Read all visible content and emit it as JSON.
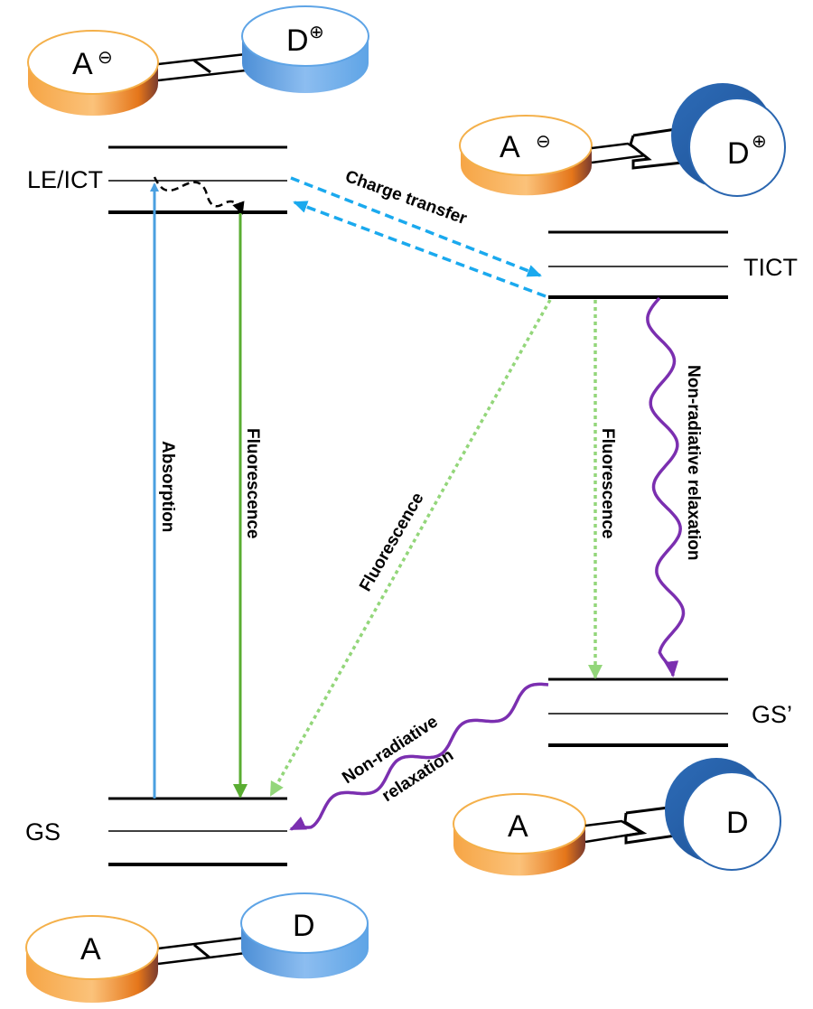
{
  "diagram": {
    "type": "jablonski-energy-diagram",
    "states": {
      "le_ict": "LE/ICT",
      "tict": "TICT",
      "gs_prime": "GS’",
      "gs": "GS"
    },
    "transitions": {
      "absorption": "Absorption",
      "fluorescence_le": "Fluorescence",
      "fluorescence_diag": "Fluorescence",
      "fluorescence_tict": "Fluorescence",
      "charge_transfer": "Charge transfer",
      "nonrad_tict": "Non-radiative relaxation",
      "nonrad_gs_line1": "Non-radiative",
      "nonrad_gs_line2": "relaxation"
    },
    "molecules": {
      "top_left": {
        "acceptor": "A",
        "acceptor_charge": "⊖",
        "donor": "D",
        "donor_charge": "⊕",
        "conformation": "planar"
      },
      "top_right": {
        "acceptor": "A",
        "acceptor_charge": "⊖",
        "donor": "D",
        "donor_charge": "⊕",
        "conformation": "twisted"
      },
      "bottom_right": {
        "acceptor": "A",
        "donor": "D",
        "conformation": "twisted"
      },
      "bottom_left": {
        "acceptor": "A",
        "donor": "D",
        "conformation": "planar"
      }
    },
    "colors": {
      "absorption": "#4a9fe0",
      "fluorescence": "#5aad32",
      "fluorescence_tict": "#93d67a",
      "charge_transfer": "#1aa9ee",
      "nonradiative": "#7b2fb0",
      "acceptor": "#f0902a",
      "donor_planar": "#5ea4e6",
      "donor_twisted": "#2a66b0"
    }
  }
}
